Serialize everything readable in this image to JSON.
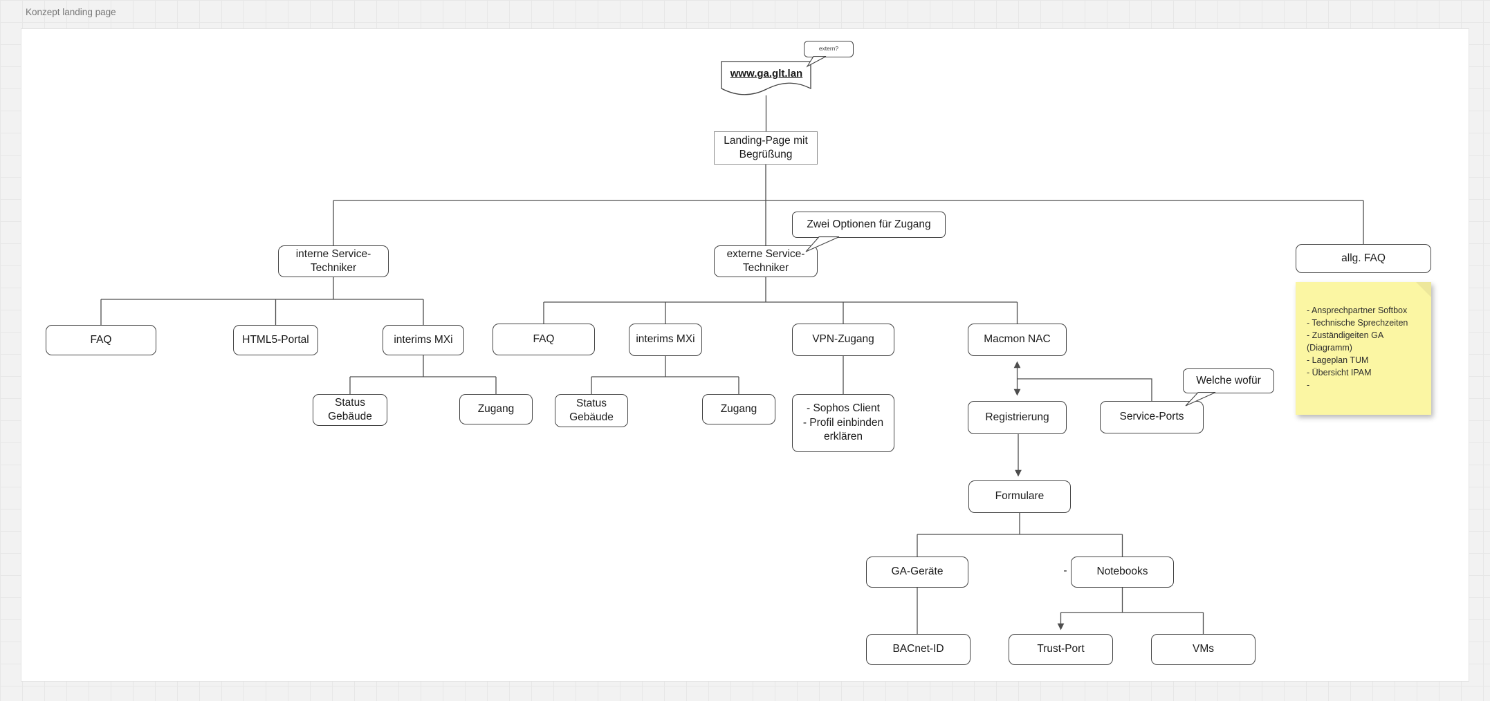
{
  "page": {
    "title": "Konzept landing page"
  },
  "diagram": {
    "nodes": {
      "url_doc": "www.ga.glt.lan",
      "extern_bubble": "extern?",
      "landing": "Landing-Page mit Begrüßung",
      "interne": "interne Service-Techniker",
      "zwei_optionen": "Zwei Optionen für Zugang",
      "externe": "externe Service-Techniker",
      "allg_faq": "allg. FAQ",
      "faq_int": "FAQ",
      "html5_portal": "HTML5-Portal",
      "interims_mxi_int": "interims MXi",
      "status_gebaeude_int": "Status Gebäude",
      "zugang_int": "Zugang",
      "faq_ext": "FAQ",
      "interims_mxi_ext": "interims MXi",
      "status_gebaeude_ext": "Status Gebäude",
      "zugang_ext": "Zugang",
      "vpn_zugang": "VPN-Zugang",
      "sophos": "- Sophos Client\n- Profil einbinden erklären",
      "macmon": "Macmon NAC",
      "registrierung": "Registrierung",
      "service_ports": "Service-Ports",
      "welche_wofuer": "Welche wofür",
      "formulare": "Formulare",
      "ga_geraete": "GA-Geräte",
      "notebooks": "Notebooks",
      "stray_dash": "-",
      "bacnet_id": "BACnet-ID",
      "trust_port": "Trust-Port",
      "vms": "VMs"
    },
    "note": {
      "lines": [
        "- Ansprechpartner Softbox",
        "- Technische Sprechzeiten",
        "- Zuständigeiten GA",
        "(Diagramm)",
        "- Lageplan TUM",
        "- Übersicht IPAM",
        "-"
      ]
    },
    "colors": {
      "background": "#F2F2F2",
      "canvas": "#FFFFFF",
      "line": "#4D4D4D",
      "box_border": "#424242",
      "note_fill": "#FBF6A3"
    }
  }
}
